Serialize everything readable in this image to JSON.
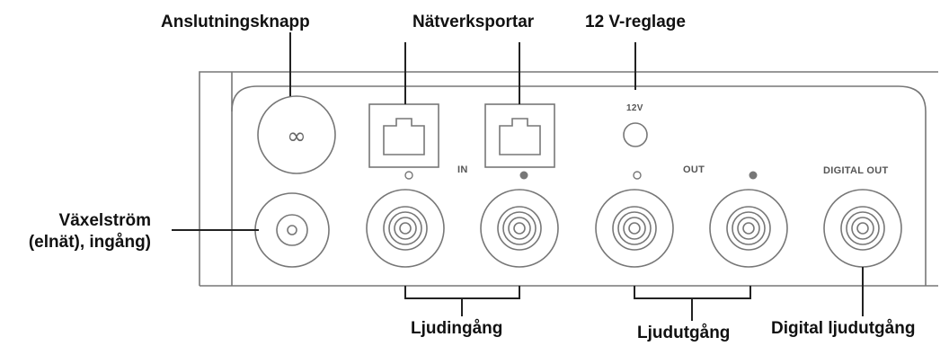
{
  "callouts": {
    "connect_button": "Anslutningsknapp",
    "network_ports": "Nätverksportar",
    "trigger_12v": "12 V-reglage",
    "ac_power_line1": "Växelström",
    "ac_power_line2": "(elnät), ingång)",
    "audio_in": "Ljudingång",
    "audio_out": "Ljudutgång",
    "digital_out": "Digital ljudutgång"
  },
  "panel_labels": {
    "v12": "12V",
    "in": "IN",
    "out": "OUT",
    "digital_out": "DIGITAL OUT"
  },
  "icons": {
    "connect_symbol": "∞"
  },
  "colors": {
    "line": "#222222",
    "panel_stroke": "#777777",
    "label_gray": "#555555",
    "dot_fill": "#777777"
  }
}
